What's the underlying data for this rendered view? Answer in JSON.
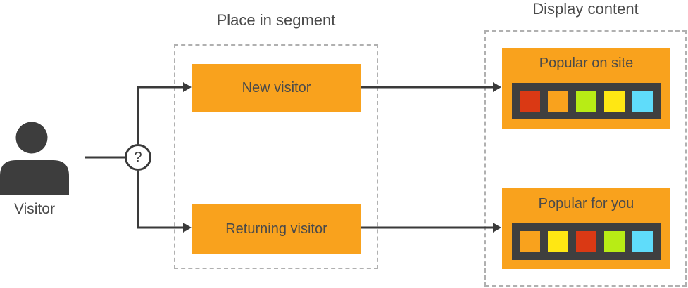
{
  "titles": {
    "segment": "Place in segment",
    "display": "Display content"
  },
  "visitor": {
    "label": "Visitor"
  },
  "decision": {
    "symbol": "?"
  },
  "segment_boxes": [
    {
      "label": "New visitor"
    },
    {
      "label": "Returning visitor"
    }
  ],
  "display_cards": [
    {
      "title": "Popular on site",
      "tiles": [
        "#da3914",
        "#f9a21d",
        "#b8ec15",
        "#ffe713",
        "#5fdcfa"
      ]
    },
    {
      "title": "Popular for you",
      "tiles": [
        "#f9a21d",
        "#ffe713",
        "#da3914",
        "#b8ec15",
        "#5fdcfa"
      ]
    }
  ],
  "colors": {
    "node_orange": "#f9a21d",
    "strip_dark": "#3f3f3f",
    "line_dark": "#3a3a3a",
    "text_gray": "#4a4a4a",
    "dashed_border": "#b0b0b0",
    "tile_red": "#da3914",
    "tile_orange": "#f9a21d",
    "tile_green": "#b8ec15",
    "tile_yellow": "#ffe713",
    "tile_cyan": "#5fdcfa"
  }
}
